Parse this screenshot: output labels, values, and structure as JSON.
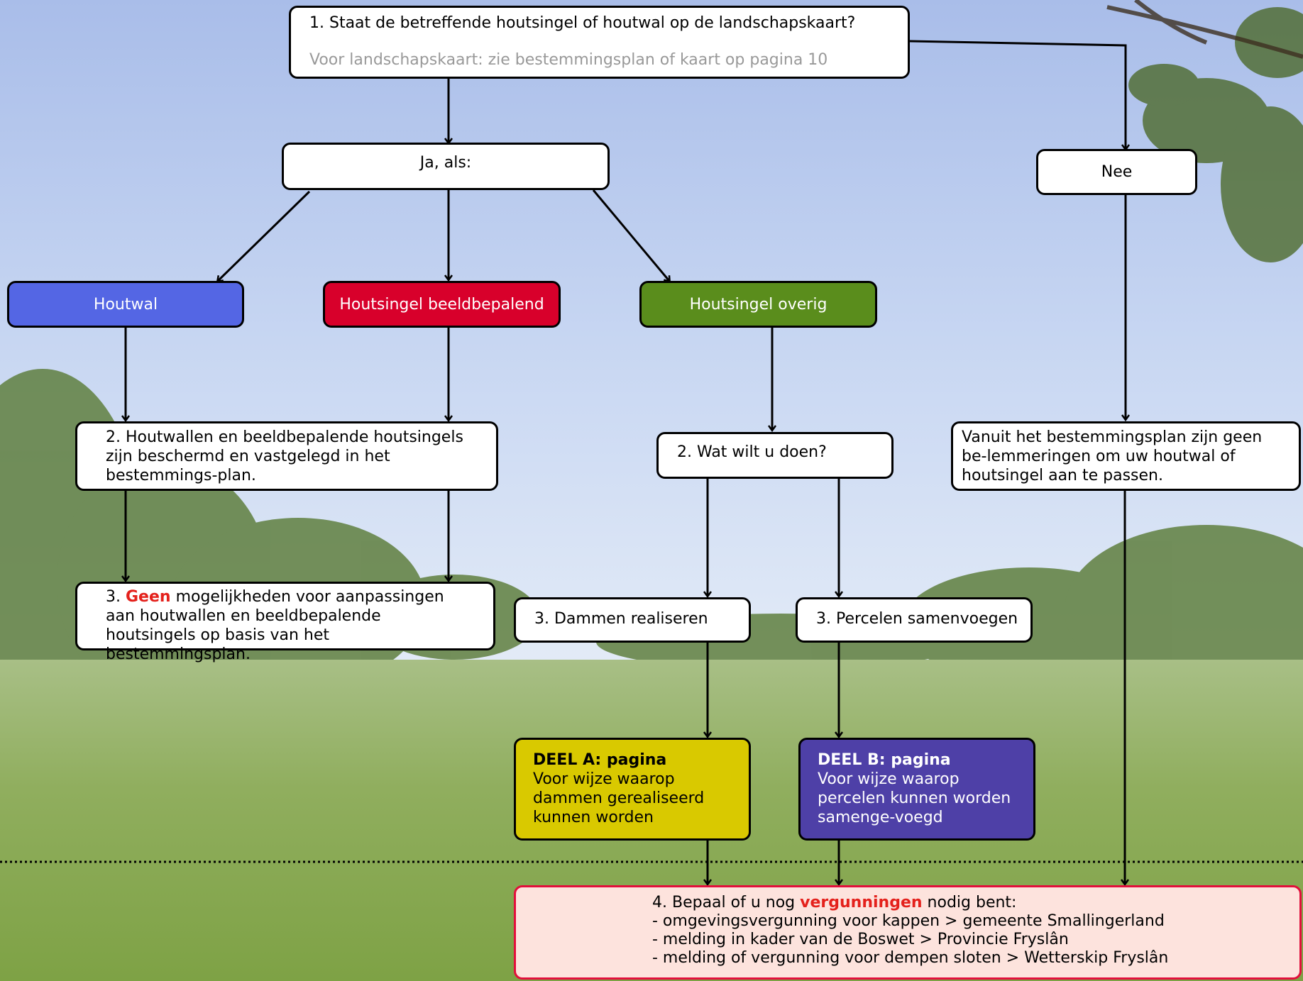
{
  "colors": {
    "houtwal": "#5466e4",
    "beeldbepalend": "#d8002b",
    "overig": "#5a8d1c",
    "deel_a": "#d9c900",
    "deel_b": "#4e40a7",
    "step4_bg": "#fde3dd",
    "step4_border": "#e20f3b",
    "emphasis": "#e4211c"
  },
  "q1": {
    "question": "1. Staat de betreffende houtsingel of houtwal op de landschapskaart?",
    "hint": "Voor landschapskaart: zie bestemmingsplan of kaart op pagina 10"
  },
  "ja": "Ja, als:",
  "nee": "Nee",
  "types": {
    "houtwal": "Houtwal",
    "beeldbepalend": "Houtsingel beeldbepalend",
    "overig": "Houtsingel overig"
  },
  "step2_protected": "2. Houtwallen en beeldbepalende houtsingels zijn beschermd en vastgelegd in het bestemmings-plan.",
  "step2_what": "2. Wat wilt u doen?",
  "nee_result": "Vanuit het bestemmingsplan zijn geen be-lemmeringen om uw houtwal of houtsingel aan te passen.",
  "step3_geen": {
    "prefix": "3.",
    "emphasis": "Geen",
    "rest": "mogelijkheden voor aanpassingen aan houtwallen en beeldbepalende houtsingels op basis van het bestemmingsplan."
  },
  "step3_dammen": "3. Dammen realiseren",
  "step3_percelen": "3. Percelen samenvoegen",
  "deel_a": {
    "title": "DEEL A: pagina",
    "text": "Voor wijze waarop dammen gerealiseerd kunnen worden"
  },
  "deel_b": {
    "title": "DEEL B: pagina",
    "text": "Voor wijze waarop percelen kunnen worden samenge-voegd"
  },
  "step4": {
    "intro": "4. Bepaal of u nog",
    "emphasis": "vergunningen",
    "intro_end": "nodig bent:",
    "items": [
      "- omgevingsvergunning voor kappen > gemeente Smallingerland",
      "- melding in kader van de Boswet > Provincie Fryslân",
      "- melding of vergunning voor dempen sloten > Wetterskip Fryslân"
    ]
  }
}
